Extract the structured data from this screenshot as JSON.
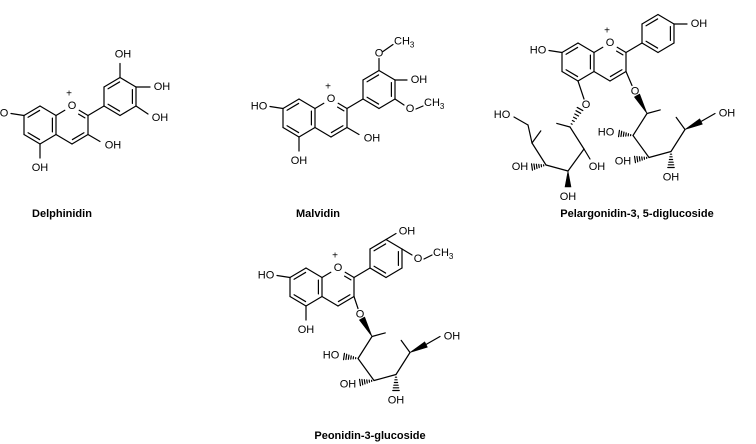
{
  "figure": {
    "molecules": [
      {
        "key": "delphinidin",
        "name": "Delphinidin",
        "substituents": [
          "OH",
          "OH",
          "OH",
          "HO",
          "OH",
          "OH"
        ]
      },
      {
        "key": "malvidin",
        "name": "Malvidin",
        "substituents": [
          "O",
          "CH3",
          "OH",
          "O",
          "CH3",
          "HO",
          "OH",
          "OH"
        ]
      },
      {
        "key": "pelargonidin",
        "name": "Pelargonidin-3, 5-diglucoside",
        "substituents": [
          "OH",
          "HO",
          "O",
          "O",
          "HO",
          "OH",
          "OH",
          "OH",
          "HO",
          "OH",
          "OH",
          "OH"
        ]
      },
      {
        "key": "peonidin",
        "name": "Peonidin-3-glucoside",
        "substituents": [
          "OH",
          "O",
          "CH3",
          "HO",
          "OH",
          "O",
          "HO",
          "OH",
          "OH",
          "OH"
        ]
      }
    ],
    "ring_oxygen": "O",
    "charge": "+"
  }
}
